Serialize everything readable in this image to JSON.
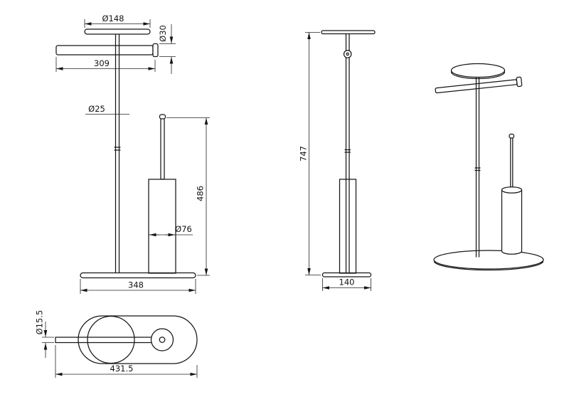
{
  "drawing": {
    "front_view": {
      "plate_diameter": "Ø148",
      "bar_diameter": "Ø30",
      "bar_length": "309",
      "pole_diameter": "Ø25",
      "brush_assembly_height": "486",
      "brush_cup_diameter": "Ø76",
      "base_width": "348"
    },
    "side_view": {
      "overall_height": "747",
      "base_depth": "140"
    },
    "top_view": {
      "bar_diameter": "Ø15.5",
      "overall_length": "431.5"
    }
  }
}
